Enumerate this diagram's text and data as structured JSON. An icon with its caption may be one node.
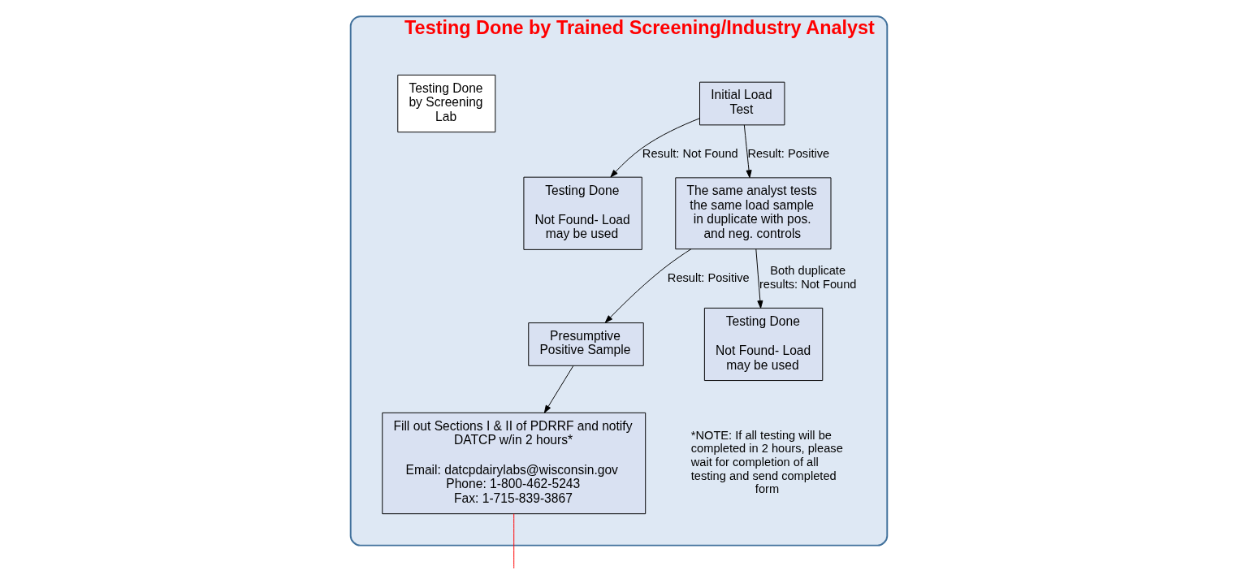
{
  "diagram": {
    "nodes": [
      {
        "text": [
          "Testing Done by Trained Screening/Industry Analyst"
        ]
      },
      {
        "text": [
          "Testing Done by Screening Lab"
        ],
        "in": 0
      },
      {
        "text": [
          "Initial Load Test"
        ],
        "in": 0
      },
      {
        "text": [
          "Testing Done",
          "Not Found- Load may be used"
        ],
        "in": 0
      },
      {
        "text": [
          "The same analyst tests the same load sample in duplicate with pos. and neg. controls"
        ],
        "in": 0
      },
      {
        "text": [
          "Presumptive Positive Sample"
        ],
        "in": 0
      },
      {
        "text": [
          "Fill out Sections I & II of PDRRF and notify DATCP w/in 2 hours*",
          "Email: datcpdairylabs@wisconsin.gov",
          "Phone: 1-800-462-5243",
          "Fax: 1-715-839-3867"
        ],
        "in": 0
      },
      {
        "text": [
          "Testing Done",
          "Not Found- Load may be used"
        ],
        "in": 0
      }
    ],
    "edges": [
      {
        "from": 2,
        "to": 3,
        "arrow": "to",
        "label": "Result: Not Found"
      },
      {
        "from": 2,
        "to": 4,
        "arrow": "to",
        "label": "Result: Positive"
      },
      {
        "from": 4,
        "to": 5,
        "arrow": "to",
        "label": "Result: Positive"
      },
      {
        "from": 4,
        "to": 7,
        "arrow": "to",
        "label": "Both duplicate results: Not Found"
      },
      {
        "from": 5,
        "to": 6,
        "arrow": "to"
      },
      {
        "from": 6,
        "to": null,
        "arrow": "none",
        "color": "#ff0000"
      }
    ],
    "labels": [
      "*NOTE: If all testing will be completed in 2 hours, please wait for completion of all testing and send completed form"
    ]
  }
}
